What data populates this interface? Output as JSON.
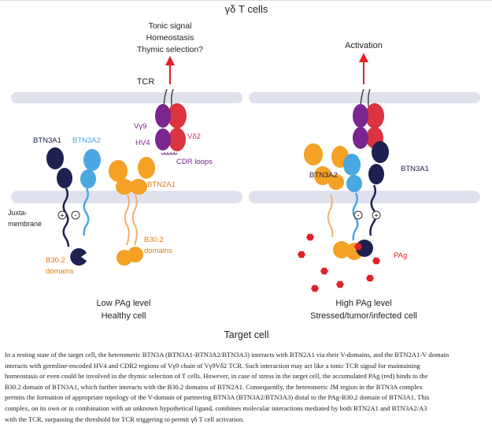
{
  "title": "γδ T cells",
  "left_panel": {
    "signal_lines": [
      "Tonic signal",
      "Homeostasis",
      "Thymic selection?"
    ],
    "tcr_label": "TCR",
    "vg9": "Vγ9",
    "hv4": "HV4",
    "vd2": "Vδ2",
    "cdr": "CDR loops",
    "btn3a1": "BTN3A1",
    "btn3a2": "BTN3A2",
    "btn2a1": "BTN2A1",
    "jm": [
      "Juxta-",
      "membrane"
    ],
    "plus": "+",
    "minus": "-",
    "b302_left": [
      "B30.2",
      "domains"
    ],
    "b302_right": [
      "B30.2",
      "domains"
    ],
    "state": [
      "Low PAg level",
      "Healthy cell"
    ]
  },
  "right_panel": {
    "signal": "Activation",
    "btn3a2": "BTN3A2",
    "btn3a1": "BTN3A1",
    "plus": "+",
    "minus": "-",
    "pag": "PAg",
    "state": [
      "High PAg level",
      "Stressed/tumor/infected cell"
    ]
  },
  "bottom_label": "Target cell",
  "colors": {
    "btn3a1": "#1e2150",
    "btn3a2": "#4aa8e0",
    "btn2a1": "#f4a126",
    "vg9": "#7a2590",
    "vd2": "#d9343f",
    "pag": "#e0202a",
    "membrane": "#dfe2ec",
    "label_orange": "#e07a10"
  },
  "caption": [
    "In a resting state of the target cell, the heteromeric BTN3A (BTN3A1-BTN3A2/BTN3A3) interacts with BTN2A1 via their V-domains, and the BTN2A1-V domain",
    "interacts with germline-encoded HV4 and CDR2 regions of Vγ9 chain of Vγ9Vδ2 TCR. Such interaction may act like a tonic TCR signal for maintaining",
    "homeostasis or even could be involved in the thymic selection of T cells. However, in case of stress in the target cell, the accumulated PAg (red) binds to the",
    "B30.2 domain of BTN3A1, which further interacts with the B30.2 domains of BTN2A1. Consequently, the heteromeric JM region in the BTN3A complex",
    "permits the formation of appropriate topology of the V-domain of partnering BTN3A (BTN3A2/BTN3A3) distal to the PAg-B30.2 domain of BTN3A1. This",
    "complex, on its own or in combination with an unknown hypothetical ligand, combines molecular interactions mediated by both BTN2A1 and BTN3A2/A3",
    "with the TCR, surpassing the threshold for TCR triggering to permit γδ T cell activation."
  ]
}
